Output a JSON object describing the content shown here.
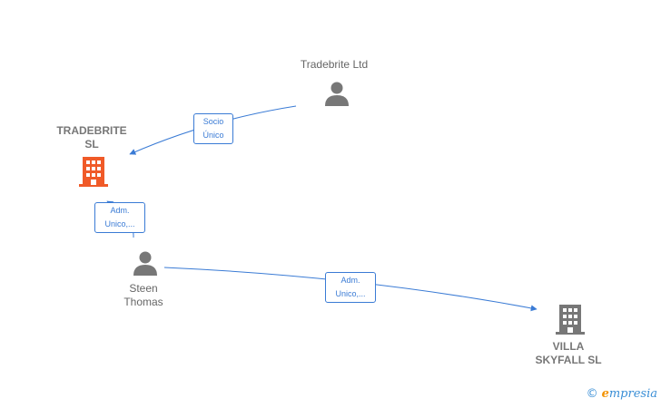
{
  "nodes": {
    "tradebrite_ltd": {
      "label": "Tradebrite Ltd",
      "type": "person",
      "color": "#777777"
    },
    "tradebrite_sl": {
      "label_line1": "TRADEBRITE",
      "label_line2": "SL",
      "type": "company",
      "color": "#f05a28"
    },
    "steen_thomas": {
      "label_line1": "Steen",
      "label_line2": "Thomas",
      "type": "person",
      "color": "#777777"
    },
    "villa_skyfall": {
      "label_line1": "VILLA",
      "label_line2": "SKYFALL  SL",
      "type": "company",
      "color": "#777777"
    }
  },
  "edges": {
    "socio_unico": {
      "line1": "Socio",
      "line2": "Único"
    },
    "adm_unico_1": {
      "line1": "Adm.",
      "line2": "Unico,..."
    },
    "adm_unico_2": {
      "line1": "Adm.",
      "line2": "Unico,..."
    }
  },
  "colors": {
    "edge": "#3a7bd5"
  },
  "brand": {
    "copyright": "©",
    "initial": "e",
    "name": "mpresia"
  }
}
